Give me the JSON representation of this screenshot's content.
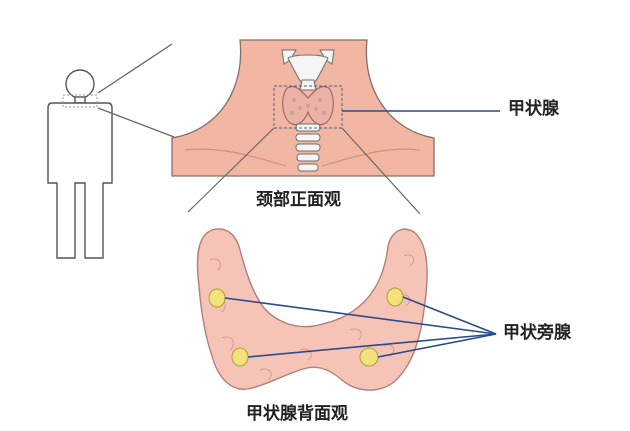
{
  "labels": {
    "thyroid": "甲状腺",
    "neck_front_view": "颈部正面观",
    "parathyroid": "甲状旁腺",
    "thyroid_back_view": "甲状腺背面观"
  },
  "colors": {
    "skin": "#f2b7a3",
    "skin_outline": "#8a6e66",
    "thyroid_tissue": "#f6c4b6",
    "thyroid_outline": "#b07f77",
    "parathyroid_gland": "#f2e27a",
    "pointer_line": "#2a4b8c",
    "guide_line": "#666666",
    "cartilage": "#f5f5f5"
  }
}
